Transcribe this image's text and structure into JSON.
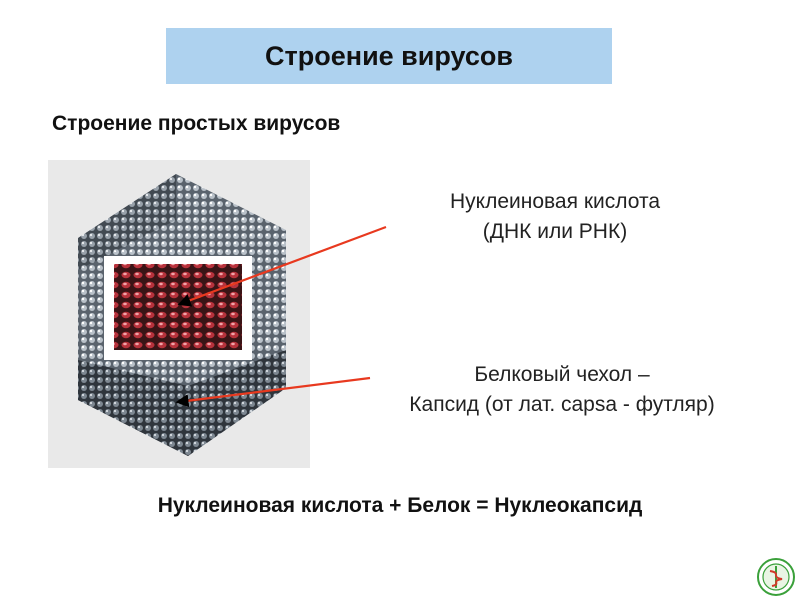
{
  "title": "Строение вирусов",
  "subtitle": "Строение простых вирусов",
  "labels": {
    "nucleic_line1": "Нуклеиновая кислота",
    "nucleic_line2": "(ДНК или РНК)",
    "capsid_line1": "Белковый чехол –",
    "capsid_line2": "Капсид (от лат. capsa - футляр)"
  },
  "formula": "Нуклеиновая кислота + Белок = Нуклеокапсид",
  "colors": {
    "title_bg": "#aed2ef",
    "arrow": "#e8391f",
    "capsid_light": "#9aa3ad",
    "capsid_dark": "#3e4650",
    "nucleic_red": "#a3242e"
  },
  "icons": [
    "virus-capsid-illustration",
    "medical-logo-icon"
  ]
}
